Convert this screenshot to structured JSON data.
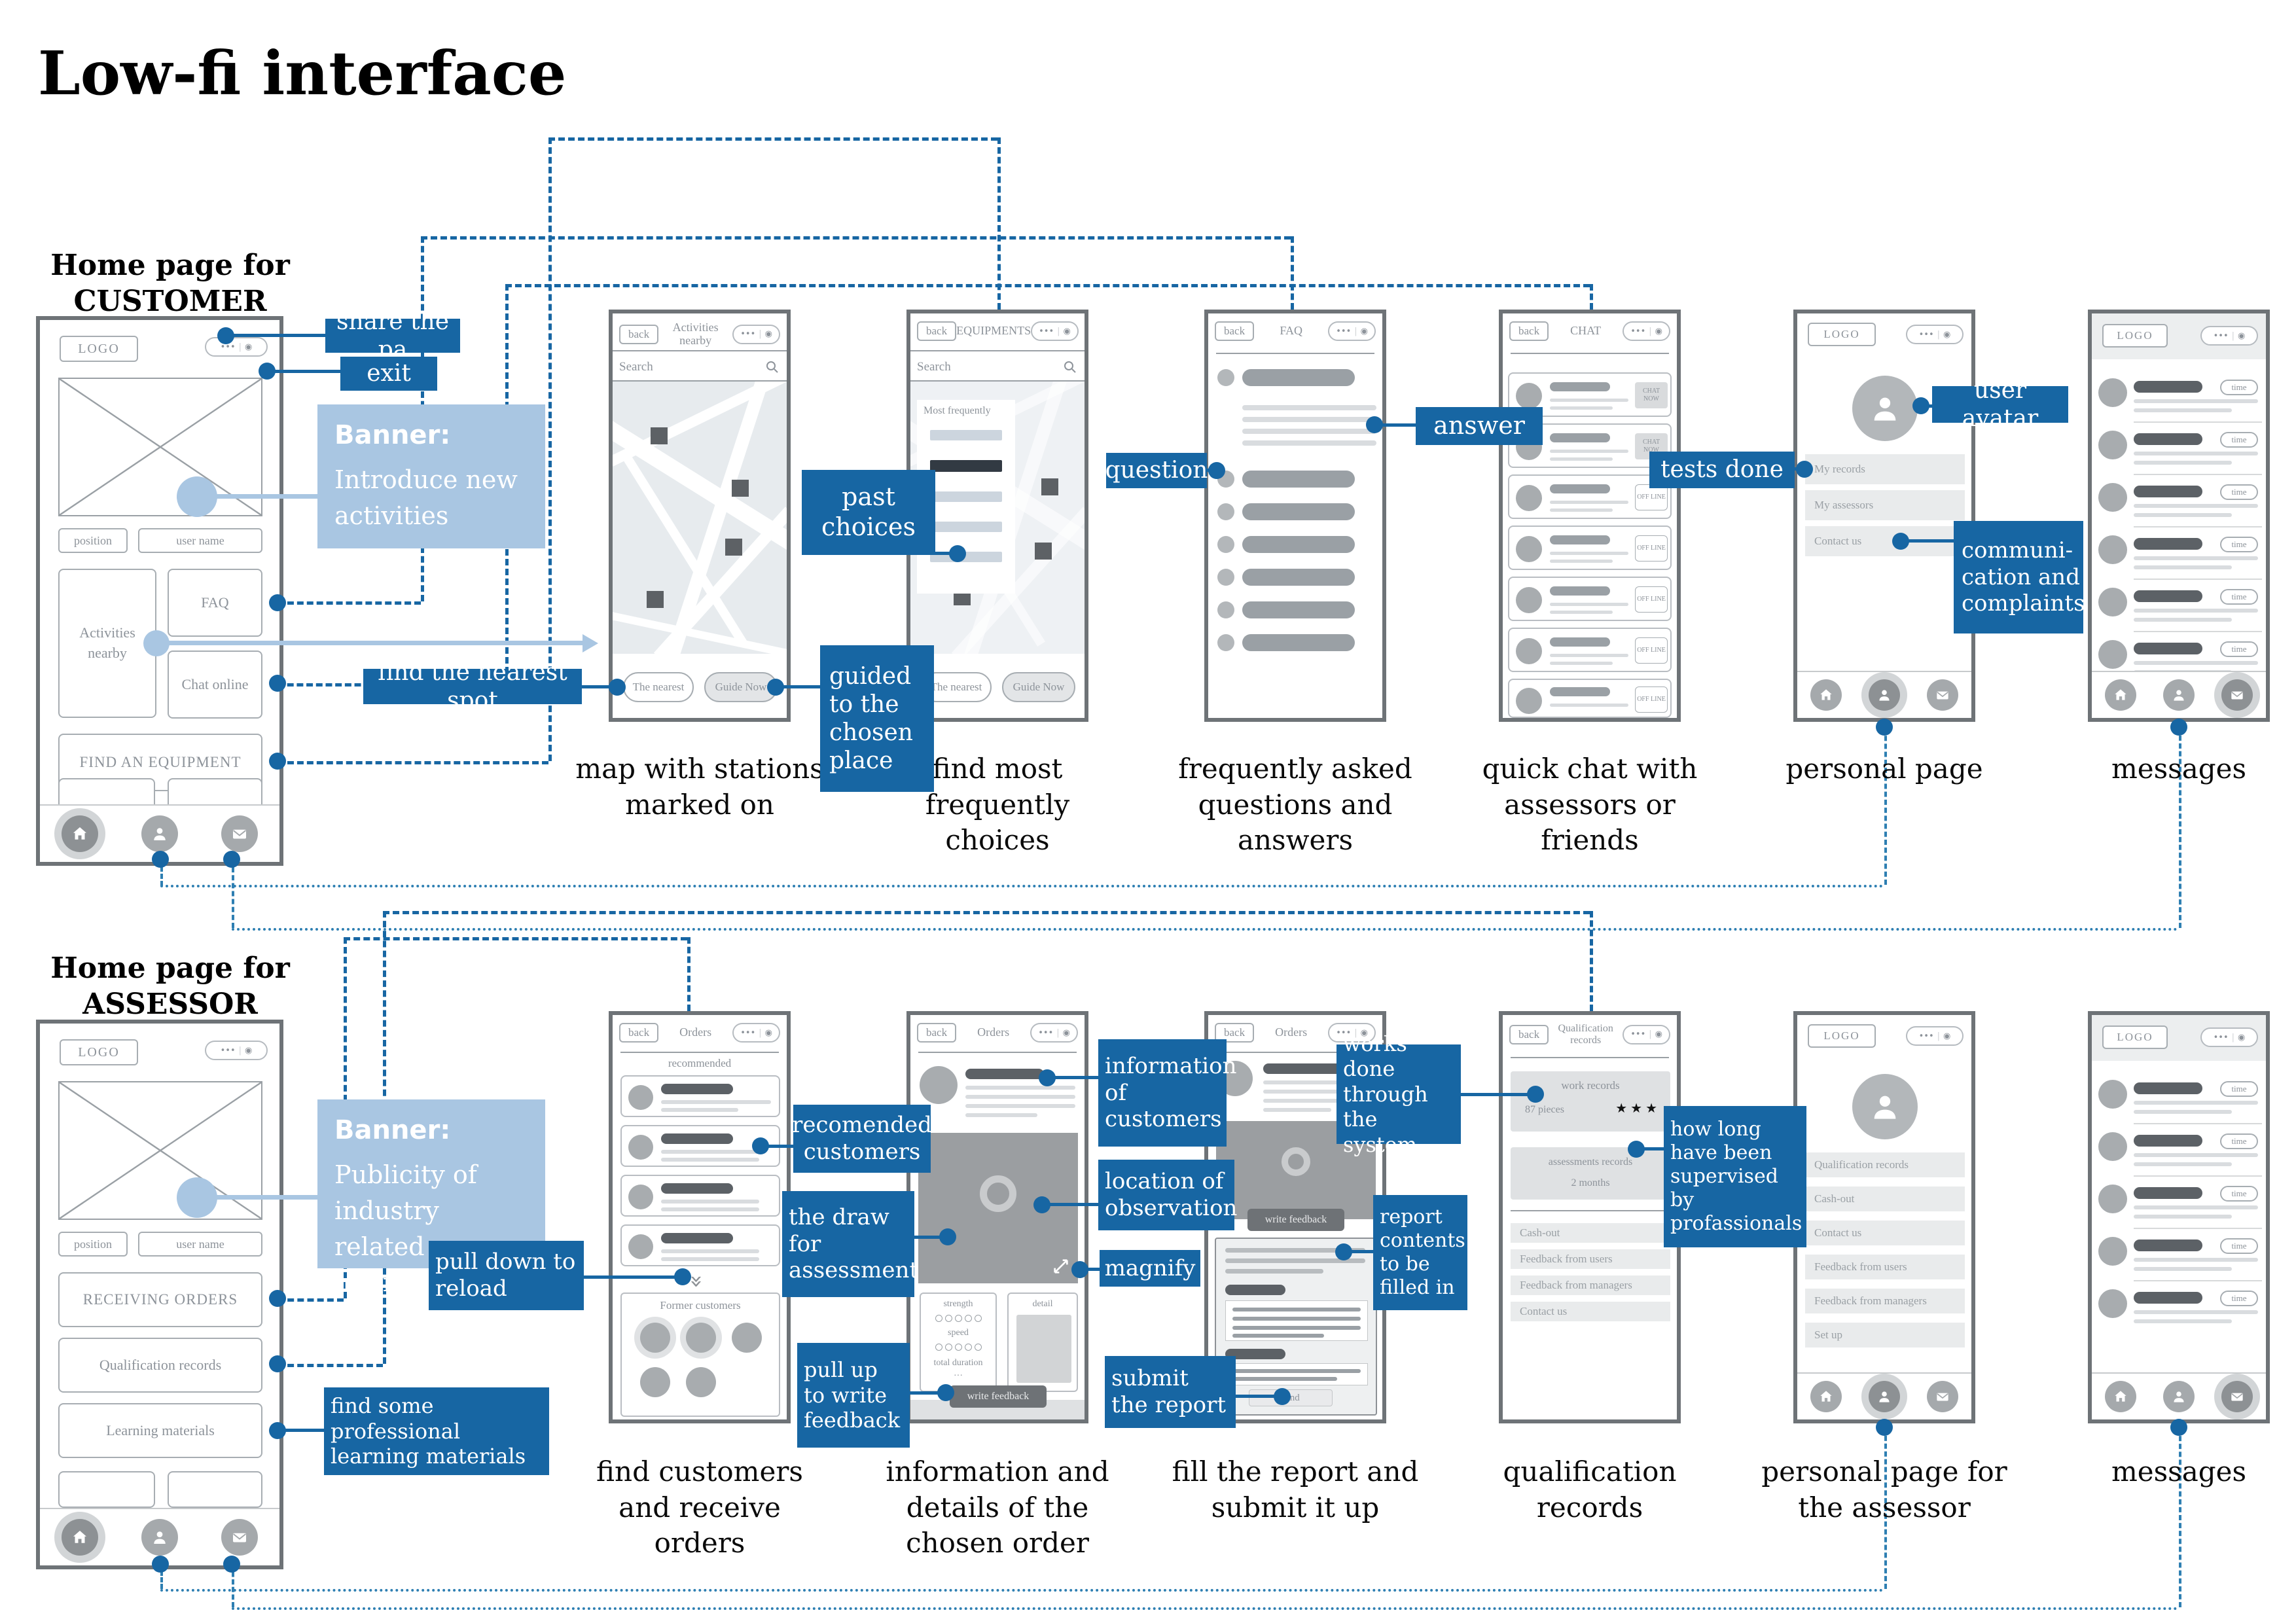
{
  "title": "Low-fi interface",
  "headings": {
    "customer_1": "Home page for",
    "customer_2": "CUSTOMER",
    "assessor_1": "Home page for",
    "assessor_2": "ASSESSOR"
  },
  "common": {
    "logo": "LOGO",
    "back": "back",
    "dots": "•••",
    "record": "◉",
    "search": "Search",
    "position": "position",
    "user_name": "user name",
    "time": "time"
  },
  "customer_home": {
    "activities": "Activities nearby",
    "faq": "FAQ",
    "chat": "Chat online",
    "find_equipment": "FIND AN EQUIPMENT"
  },
  "assessor_home": {
    "receiving": "RECEIVING ORDERS",
    "qualification": "Qualification records",
    "learning": "Learning materials"
  },
  "screens": {
    "map": {
      "title": "Activities nearby",
      "nearest": "The nearest",
      "guide": "Guide Now"
    },
    "equipments": {
      "title": "EQUIPMENTS",
      "most_frequently": "Most frequently"
    },
    "faq": {
      "title": "FAQ"
    },
    "chat": {
      "title": "CHAT",
      "chat_now": "CHAT NOW",
      "off_line": "OFF LINE"
    },
    "personal": {
      "my_records": "My records",
      "my_assessors": "My assessors",
      "contact_us": "Contact us"
    },
    "orders_list": {
      "title": "Orders",
      "recommended": "recommended",
      "former": "Former customers"
    },
    "orders_detail": {
      "title": "Orders",
      "strength": "strength",
      "speed": "speed",
      "total": "total duration",
      "more": "···",
      "detail": "detail",
      "write_feedback": "write feedback"
    },
    "report": {
      "title": "Orders",
      "write_feedback": "write feedback",
      "send": "send"
    },
    "qualification": {
      "title": "Qualification records",
      "work_records": "work records",
      "pieces": "87 pieces",
      "stars": "★ ★ ★",
      "assessments": "assessments records",
      "months": "2 months",
      "cash_out": "Cash-out",
      "fb_users": "Feedback from users",
      "fb_managers": "Feedback from managers",
      "contact_us": "Contact us"
    },
    "assessor_personal": {
      "qualification": "Qualification records",
      "cash_out": "Cash-out",
      "contact_us": "Contact us",
      "fb_users": "Feedback from users",
      "fb_managers": "Feedback from managers",
      "set_up": "Set up"
    }
  },
  "annotations": {
    "share": "share the pa",
    "exit": "exit",
    "banner_title": "Banner:",
    "banner_customer": "Introduce new activities",
    "banner_assessor": "Publicity of industry related information",
    "past_choices": "past choices",
    "guided": "guided to the chosen place",
    "find_nearest": "find the nearest spot",
    "question": "question",
    "answer": "answer",
    "tests_done": "tests done",
    "user_avatar": "user avatar",
    "communication": "communi-cation and complaints",
    "pull_down": "pull down to reload",
    "find_materials": "find some professional learning materials",
    "rec_customers": "recomended customers",
    "draw": "the draw for assessment",
    "pull_up": "pull up to write feedback",
    "info_customers": "information of customers",
    "location": "location of observation",
    "magnify": "magnify",
    "submit": "submit the report",
    "works_done": "works done through the system",
    "report_contents": "report contents to be filled in",
    "how_long": "how long have been supervised by profassionals"
  },
  "captions": {
    "r1c1": "map with stations marked on",
    "r1c2": "find most frequently choices",
    "r1c3": "frequently asked questions and answers",
    "r1c4": "quick chat with assessors or friends",
    "r1c5": "personal page",
    "r1c6": "messages",
    "r2c1": "find customers and receive orders",
    "r2c2": "information and details of the chosen order",
    "r2c3": "fill the report and submit it up",
    "r2c4": "qualification records",
    "r2c5": "personal page for the assessor",
    "r2c6": "messages"
  },
  "colors": {
    "accent": "#1766a3",
    "accent_light": "#a9c6e2"
  }
}
